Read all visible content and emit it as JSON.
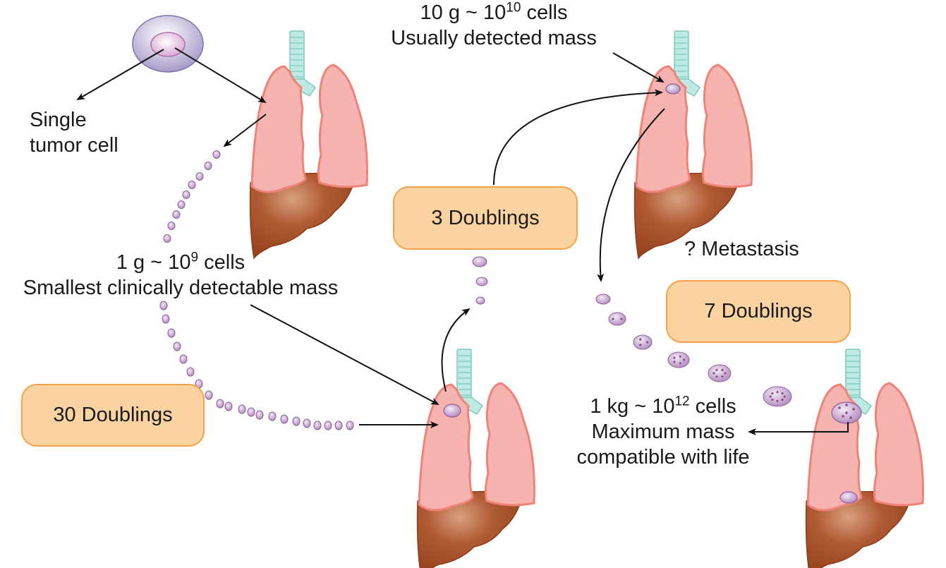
{
  "labels": {
    "single_cell": [
      "Single",
      "tumor cell"
    ],
    "one_gram": {
      "prefix": "1 g ~ 10",
      "exp": "9",
      "suffix": " cells",
      "line2": "Smallest clinically detectable mass"
    },
    "ten_gram": {
      "prefix": "10 g ~ 10",
      "exp": "10",
      "suffix": " cells",
      "line2": "Usually detected mass"
    },
    "one_kg": {
      "prefix": "1 kg ~ 10",
      "exp": "12",
      "suffix": " cells",
      "line2": "Maximum mass",
      "line3": "compatible with life"
    },
    "metastasis": "? Metastasis"
  },
  "boxes": {
    "thirty": "30 Doublings",
    "three": "3 Doublings",
    "seven": "7 Doublings"
  },
  "colors": {
    "lung_fill": "#f7b3b0",
    "lung_stroke": "#ef8378",
    "liver_fill": "#a24a22",
    "liver_highlight": "#d89a7a",
    "trachea": "#bfeae3",
    "trachea_stroke": "#7ccabd",
    "cell": "#c9a8d0",
    "cell_stroke": "#8e5f9a",
    "box_fill": "#fbd3a0",
    "box_stroke": "#f5a24a"
  }
}
